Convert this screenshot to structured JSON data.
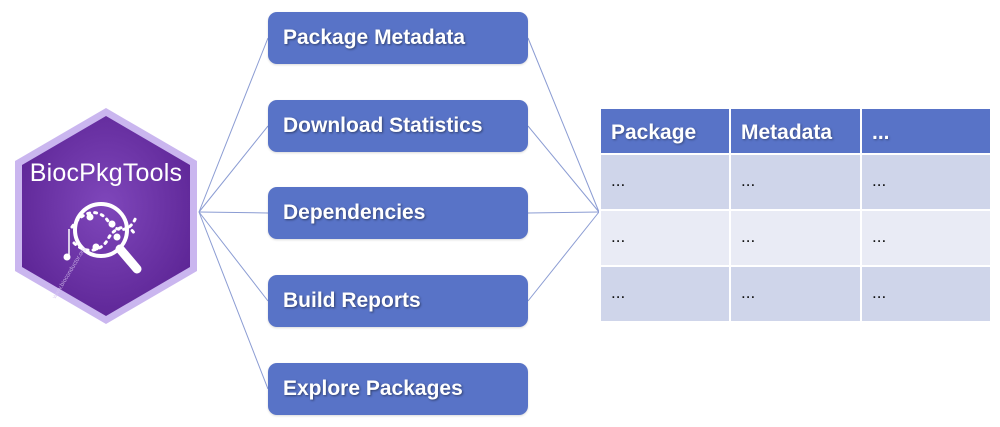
{
  "logo": {
    "title": "BiocPkgTools",
    "watermark": "www.bioconductor.org",
    "icon": "magnifier-network-icon",
    "colors": {
      "hex_fill": "#6a2fa3",
      "hex_border": "#cab6ef",
      "accent": "#ffffff"
    }
  },
  "sources": [
    {
      "label": "Package Metadata"
    },
    {
      "label": "Download Statistics"
    },
    {
      "label": "Dependencies"
    },
    {
      "label": "Build Reports"
    },
    {
      "label": "Explore Packages"
    }
  ],
  "table": {
    "headers": [
      "Package",
      "Metadata",
      "..."
    ],
    "rows": [
      [
        "...",
        "...",
        "..."
      ],
      [
        "...",
        "...",
        "..."
      ],
      [
        "...",
        "...",
        "..."
      ]
    ]
  },
  "colors": {
    "box_fill": "#5873c7",
    "connector": "#8b9cd3",
    "row_odd": "#cfd5ea",
    "row_even": "#e9ebf5"
  }
}
